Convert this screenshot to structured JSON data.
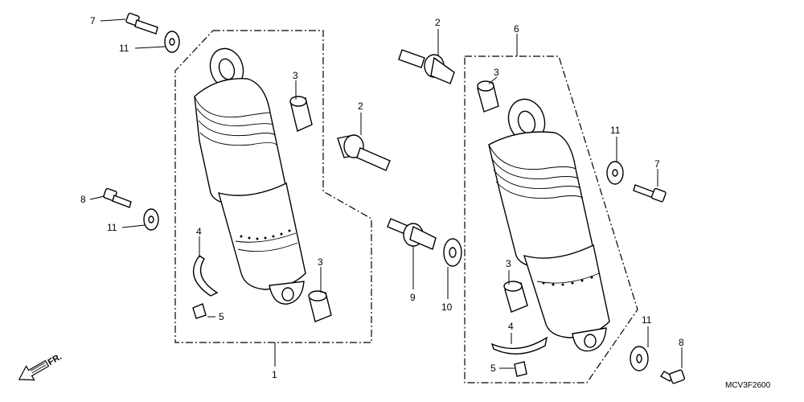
{
  "diagram": {
    "labels": {
      "l1": "1",
      "l2a": "2",
      "l2b": "2",
      "l3a": "3",
      "l3b": "3",
      "l3c": "3",
      "l3d": "3",
      "l4a": "4",
      "l4b": "4",
      "l5a": "5",
      "l5b": "5",
      "l6": "6",
      "l7a": "7",
      "l7b": "7",
      "l8a": "8",
      "l8b": "8",
      "l9": "9",
      "l10": "10",
      "l11a": "11",
      "l11b": "11",
      "l11c": "11",
      "l11d": "11"
    },
    "front_indicator": "FR.",
    "diagram_code": "MCV3F2600"
  }
}
